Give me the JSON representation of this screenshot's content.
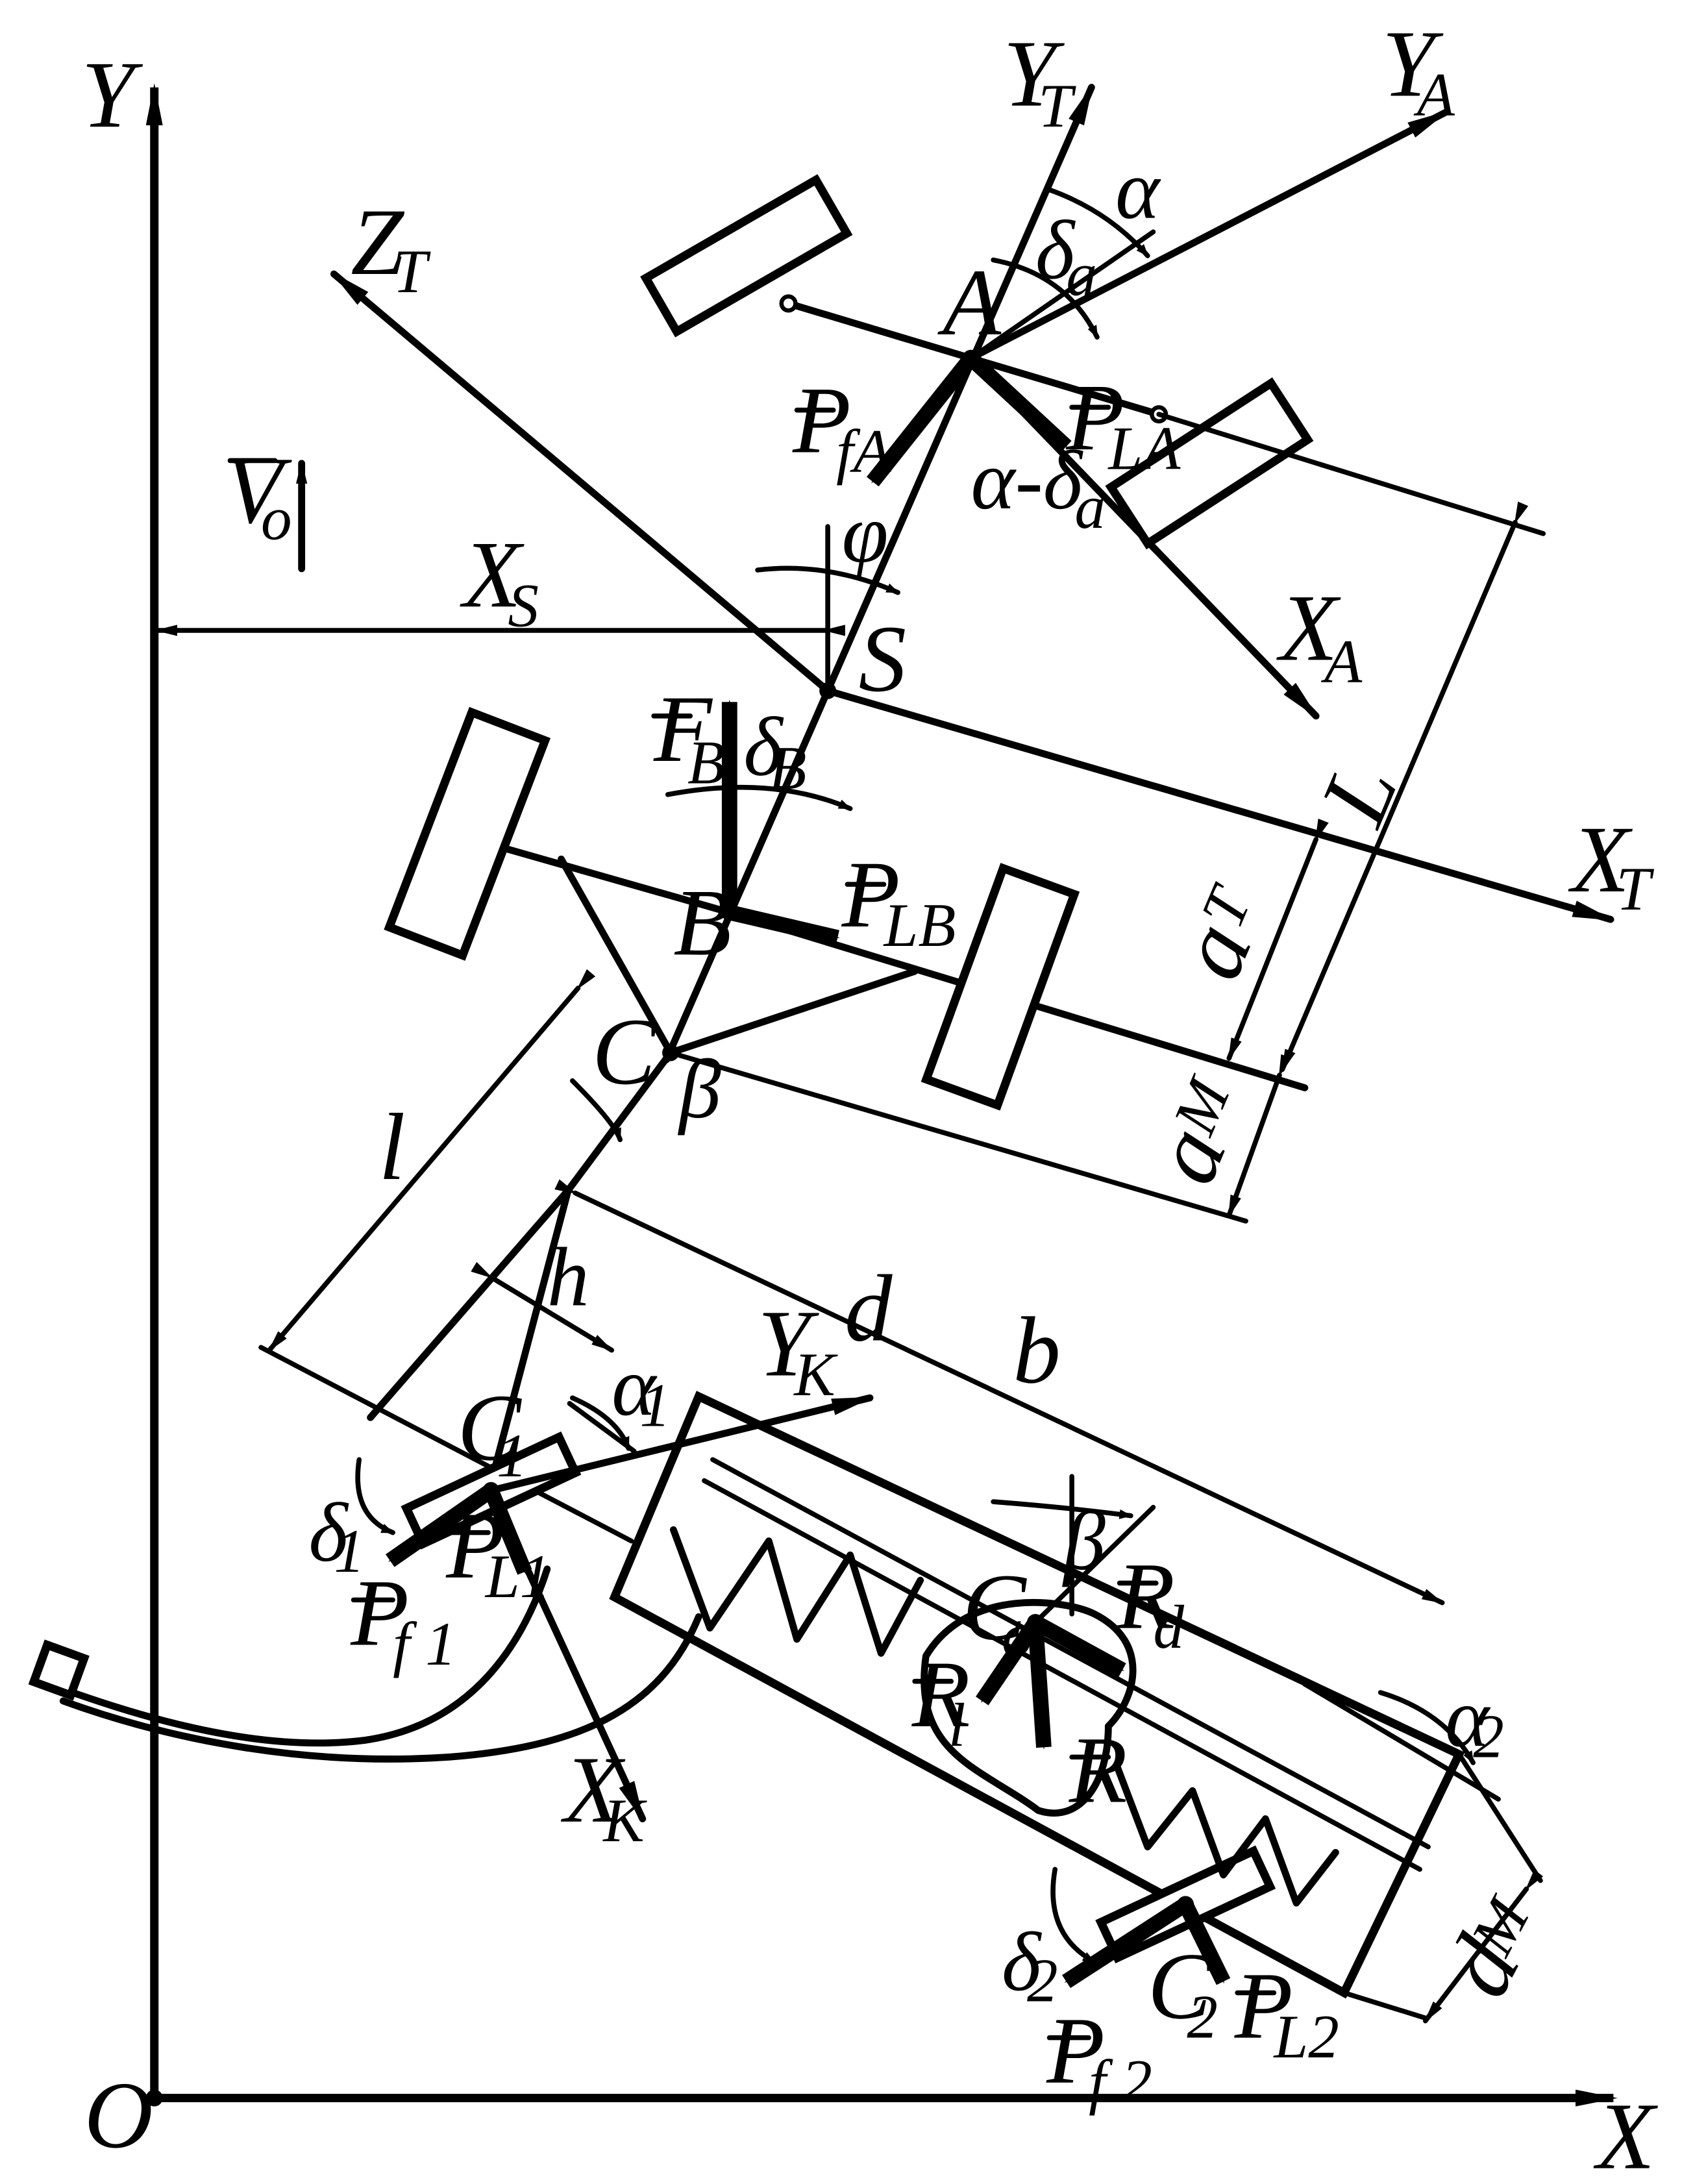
{
  "labels": {
    "Y": "Y",
    "X": "X",
    "O": "O",
    "YT": "Y",
    "YT_sub": "T",
    "YA": "Y",
    "YA_sub": "A",
    "ZT": "Z",
    "ZT_sub": "T",
    "XT": "X",
    "XT_sub": "T",
    "XA": "X",
    "XA_sub": "A",
    "XS": "X",
    "XS_sub": "S",
    "Vo": "V",
    "Vo_sub": "o",
    "A": "A",
    "S": "S",
    "B": "B",
    "C": "C",
    "alpha": "α",
    "delta_a": "δ",
    "delta_a_sub": "a",
    "alpha_minus_delta_a": "α-δ",
    "alpha_minus_delta_a_sub": "a",
    "phi": "φ",
    "PfA": "P",
    "PfA_sub": "fA",
    "PLA": "P",
    "PLA_sub": "LA",
    "FB": "F",
    "FB_sub": "B",
    "delta_B": "δ",
    "delta_B_sub": "B",
    "PLB": "P",
    "PLB_sub": "LB",
    "L": "L",
    "aT": "a",
    "aT_sub": "T",
    "aM": "a",
    "aM_sub": "M",
    "beta_top": "β",
    "l": "l",
    "h": "h",
    "d": "d",
    "b": "b",
    "YK": "Y",
    "YK_sub": "K",
    "XK": "X",
    "XK_sub": "K",
    "C1": "C",
    "C1_sub": "1",
    "alpha1": "α",
    "alpha1_sub": "1",
    "delta1": "δ",
    "delta1_sub": "1",
    "PL1": "P",
    "PL1_sub": "L1",
    "Pf1": "P",
    "Pf1_sub": "f 1",
    "beta_mid": "β",
    "Co": "C",
    "Co_sub": "o",
    "Rd": "R",
    "Rd_sub": "d",
    "Rl": "R",
    "Rl_sub": "l",
    "R": "R",
    "alpha2": "α",
    "alpha2_sub": "2",
    "dM": "d",
    "dM_sub": "M",
    "delta2": "δ",
    "delta2_sub": "2",
    "C2": "C",
    "C2_sub": "2",
    "PL2": "P",
    "PL2_sub": "L2",
    "Pf2": "P",
    "Pf2_sub": "f 2"
  }
}
